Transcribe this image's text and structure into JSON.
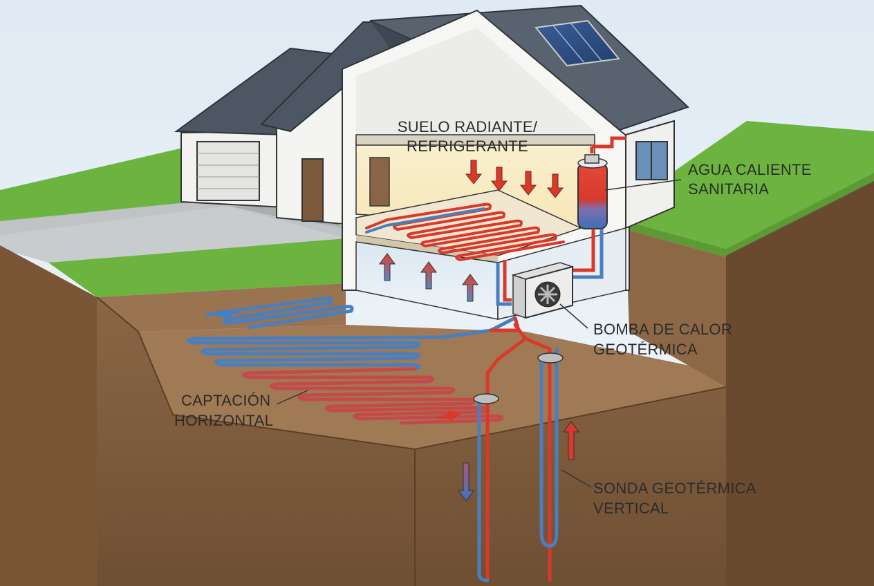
{
  "labels": {
    "suelo_radiante": [
      "SUELO RADIANTE/",
      "REFRIGERANTE"
    ],
    "agua_caliente": [
      "AGUA CALIENTE",
      "SANITARIA"
    ],
    "bomba_calor": [
      "BOMBA DE CALOR",
      "GEOTÉRMICA"
    ],
    "captacion": [
      "CAPTACIÓN",
      "HORIZONTAL"
    ],
    "sonda": [
      "SONDA GEOTÉRMICA",
      "VERTICAL"
    ]
  },
  "colors": {
    "hot": "#d9392b",
    "cold": "#4a7fbf",
    "grass": "#6cb43f",
    "soil": "#7a5a3c",
    "roof": "#4d5763",
    "wall": "#f4f4f2"
  }
}
